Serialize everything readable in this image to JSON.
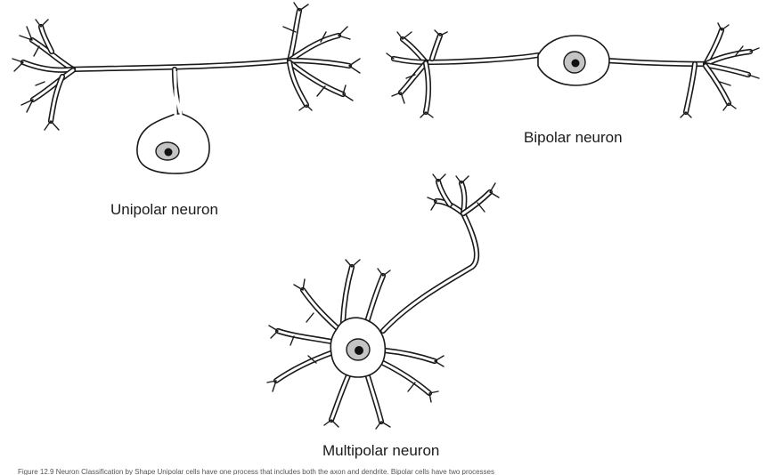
{
  "diagram": {
    "labels": {
      "unipolar": "Unipolar neuron",
      "bipolar": "Bipolar neuron",
      "multipolar": "Multipolar neuron"
    },
    "colors": {
      "stroke": "#1a1a1a",
      "cytoplasm": "#ffffff",
      "nucleus": "#c4c4c4",
      "nucleolus": "#111111"
    },
    "caption": "Figure 12.9 Neuron Classification by Shape Unipolar cells have one process that includes both the axon and dendrite. Bipolar cells have two processes"
  }
}
